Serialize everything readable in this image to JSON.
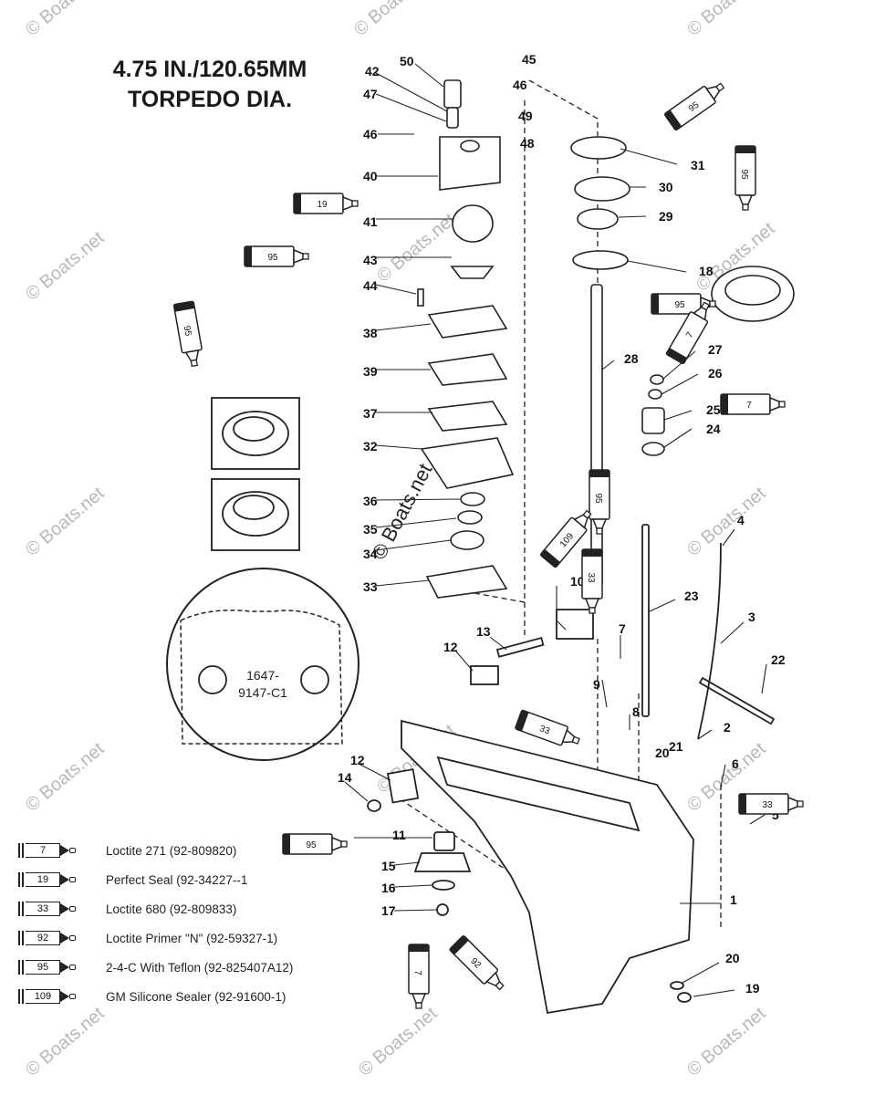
{
  "title": {
    "line1": "4.75 IN./120.65MM",
    "line2": "TORPEDO DIA."
  },
  "watermark": "© Boats.net",
  "inset_label": {
    "line1": "1647-",
    "line2": "9147-C1"
  },
  "callouts": [
    "50",
    "45",
    "42",
    "46",
    "47",
    "49",
    "46",
    "48",
    "40",
    "41",
    "43",
    "44",
    "38",
    "39",
    "37",
    "32",
    "36",
    "35",
    "34",
    "33",
    "31",
    "30",
    "29",
    "18",
    "28",
    "27",
    "26",
    "25",
    "24",
    "4",
    "3",
    "2",
    "22",
    "23",
    "10",
    "7",
    "9",
    "8",
    "21",
    "20",
    "6",
    "5",
    "13",
    "12",
    "12",
    "14",
    "11",
    "15",
    "16",
    "17",
    "1",
    "20",
    "19"
  ],
  "legend": [
    {
      "code": "7",
      "text": "Loctite 271 (92-809820)"
    },
    {
      "code": "19",
      "text": "Perfect Seal (92-34227--1"
    },
    {
      "code": "33",
      "text": "Loctite 680 (92-809833)"
    },
    {
      "code": "92",
      "text": "Loctite Primer \"N\" (92-59327-1)"
    },
    {
      "code": "95",
      "text": "2-4-C  With Teflon (92-825407A12)"
    },
    {
      "code": "109",
      "text": "GM Silicone Sealer (92-91600-1)"
    }
  ],
  "diagram_tubes": [
    "95",
    "19",
    "95",
    "95",
    "95",
    "95",
    "7",
    "7",
    "95",
    "109",
    "33",
    "33",
    "33",
    "95",
    "92",
    "7"
  ]
}
